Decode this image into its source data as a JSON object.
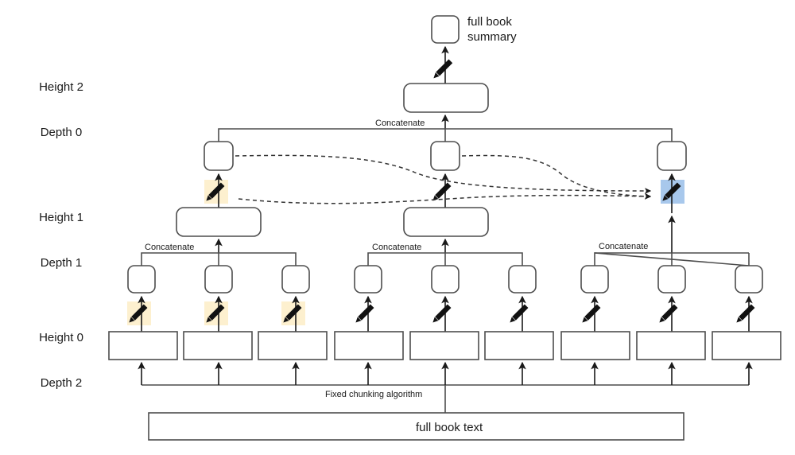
{
  "diagram": {
    "title_nodes": {
      "full_book_summary": "full book\nsummary",
      "full_book_summary_line1": "full book",
      "full_book_summary_line2": "summary",
      "full_book_text": "full book text"
    },
    "tiers": [
      {
        "id": "tier-0",
        "height_label": "Height 2",
        "depth_label": "Depth 0"
      },
      {
        "id": "tier-1",
        "height_label": "Height 1",
        "depth_label": "Depth 1"
      },
      {
        "id": "tier-2",
        "height_label": "Height 0",
        "depth_label": "Depth 2"
      }
    ],
    "edge_labels": {
      "concatenate": "Concatenate",
      "chunking": "Fixed chunking algorithm"
    },
    "concatenate_labels": [
      {
        "id": "concat-root",
        "text": "Concatenate"
      },
      {
        "id": "concat-group-1",
        "text": "Concatenate"
      },
      {
        "id": "concat-group-2",
        "text": "Concatenate"
      },
      {
        "id": "concat-group-3",
        "text": "Concatenate"
      }
    ],
    "icons": {
      "pencil_yellow": "pencil-icon-highlight-yellow",
      "pencil_plain": "pencil-icon",
      "pencil_blue": "pencil-icon-highlight-blue"
    },
    "colors": {
      "stroke": "#4d4d4d",
      "text": "#1a1a1a",
      "highlight_yellow": "#fdf0cf",
      "highlight_blue": "#a8c8ec",
      "node_fill": "#ffffff",
      "background": "#ffffff"
    }
  },
  "chart_data": {
    "type": "diagram",
    "title": "Hierarchical book summarization tree",
    "levels": [
      {
        "height": 2,
        "depth": 0,
        "summary_nodes": 1,
        "concat_nodes": 1,
        "pencils": [
          {
            "highlight": "none"
          }
        ]
      },
      {
        "height": 1,
        "depth": 1,
        "summary_nodes": 3,
        "concat_nodes": 2,
        "pencils": [
          {
            "highlight": "yellow"
          },
          {
            "highlight": "none"
          },
          {
            "highlight": "blue"
          }
        ]
      },
      {
        "height": 0,
        "depth": 2,
        "summary_nodes": 9,
        "chunk_nodes": 9,
        "pencils": [
          {
            "highlight": "yellow"
          },
          {
            "highlight": "yellow"
          },
          {
            "highlight": "yellow"
          },
          {
            "highlight": "none"
          },
          {
            "highlight": "none"
          },
          {
            "highlight": "none"
          },
          {
            "highlight": "none"
          },
          {
            "highlight": "none"
          },
          {
            "highlight": "none"
          }
        ]
      }
    ],
    "context_edges": [
      {
        "from": "height1-node-1",
        "to": "height1-pencil-3",
        "style": "dashed"
      },
      {
        "from": "height1-node-2",
        "to": "height1-pencil-3",
        "style": "dashed"
      }
    ]
  }
}
